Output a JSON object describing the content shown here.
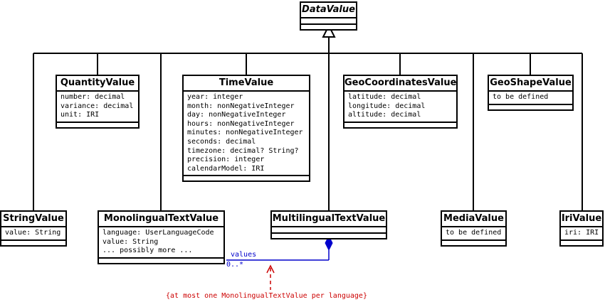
{
  "classes": {
    "data_value": {
      "name": "DataValue",
      "attributes": []
    },
    "quantity_value": {
      "name": "QuantityValue",
      "attributes": [
        "number: decimal",
        "variance: decimal",
        "unit: IRI"
      ]
    },
    "time_value": {
      "name": "TimeValue",
      "attributes": [
        "year: integer",
        "month: nonNegativeInteger",
        "day: nonNegativeInteger",
        "hours: nonNegativeInteger",
        "minutes: nonNegativeInteger",
        "seconds: decimal",
        "timezone: decimal? String?",
        "precision: integer",
        "calendarModel: IRI"
      ]
    },
    "geo_coordinates_value": {
      "name": "GeoCoordinatesValue",
      "attributes": [
        "latitude: decimal",
        "longitude: decimal",
        "altitude: decimal"
      ]
    },
    "geo_shape_value": {
      "name": "GeoShapeValue",
      "attributes": [
        "to be defined"
      ]
    },
    "string_value": {
      "name": "StringValue",
      "attributes": [
        "value: String"
      ]
    },
    "monolingual_text_value": {
      "name": "MonolingualTextValue",
      "attributes": [
        "language: UserLanguageCode",
        "value: String",
        "... possibly more ..."
      ]
    },
    "multilingual_text_value": {
      "name": "MultilingualTextValue",
      "attributes": []
    },
    "media_value": {
      "name": "MediaValue",
      "attributes": [
        "to be defined"
      ]
    },
    "iri_value": {
      "name": "IriValue",
      "attributes": [
        "iri: IRI"
      ]
    }
  },
  "association": {
    "role": "values",
    "multiplicity": "0..*"
  },
  "constraint": "{at most one MonolingualTextValue per language}",
  "colors": {
    "association": "#0000cc",
    "constraint": "#cc0000",
    "lines": "#000000"
  }
}
